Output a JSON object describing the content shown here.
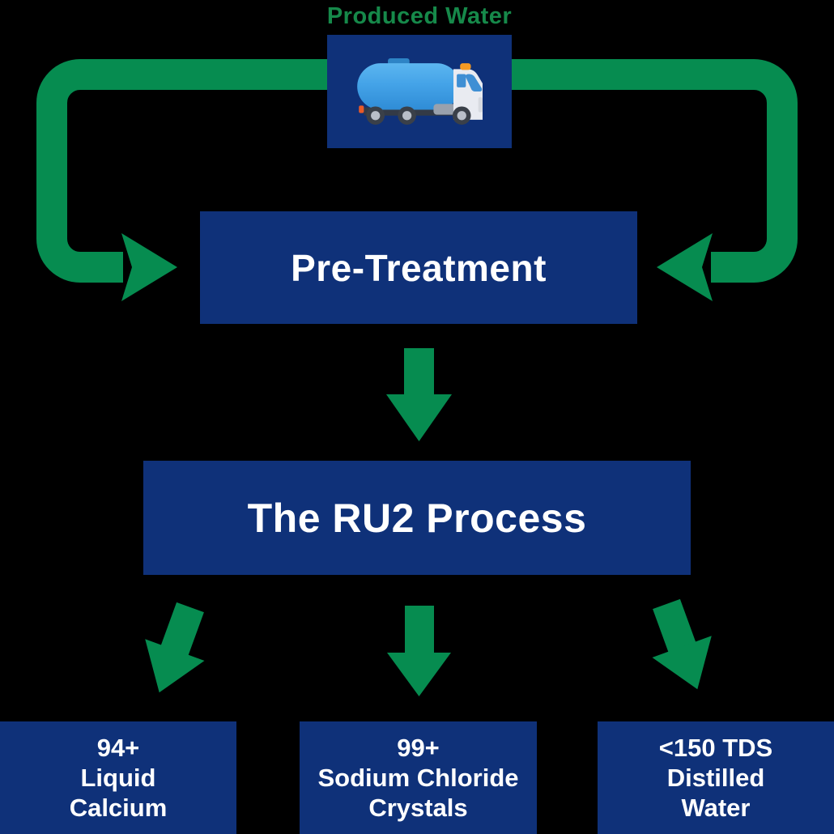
{
  "title": "Produced Water",
  "colors": {
    "green": "#068C50",
    "title_green": "#16894A",
    "navy": "#0F3179",
    "text_white": "#FFFFFF",
    "background": "#000000"
  },
  "nodes": {
    "source": {
      "label": "Produced Water",
      "icon": "tanker-truck-icon"
    },
    "pretreatment": {
      "label": "Pre-Treatment"
    },
    "process": {
      "label": "The RU2 Process"
    },
    "outputs": [
      {
        "lines": [
          "94+",
          "Liquid",
          "Calcium"
        ]
      },
      {
        "lines": [
          "99+",
          "Sodium Chloride",
          "Crystals"
        ]
      },
      {
        "lines": [
          "<150 TDS",
          "Distilled",
          "Water"
        ]
      }
    ]
  },
  "flow": [
    {
      "from": "produced-water",
      "to": "pre-treatment",
      "via": "left-loop-arrow"
    },
    {
      "from": "produced-water",
      "to": "pre-treatment",
      "via": "right-loop-arrow"
    },
    {
      "from": "pre-treatment",
      "to": "ru2-process",
      "via": "down-arrow"
    },
    {
      "from": "ru2-process",
      "to": "liquid-calcium",
      "via": "down-left-arrow"
    },
    {
      "from": "ru2-process",
      "to": "sodium-chloride-crystals",
      "via": "down-arrow"
    },
    {
      "from": "ru2-process",
      "to": "distilled-water",
      "via": "down-right-arrow"
    }
  ]
}
